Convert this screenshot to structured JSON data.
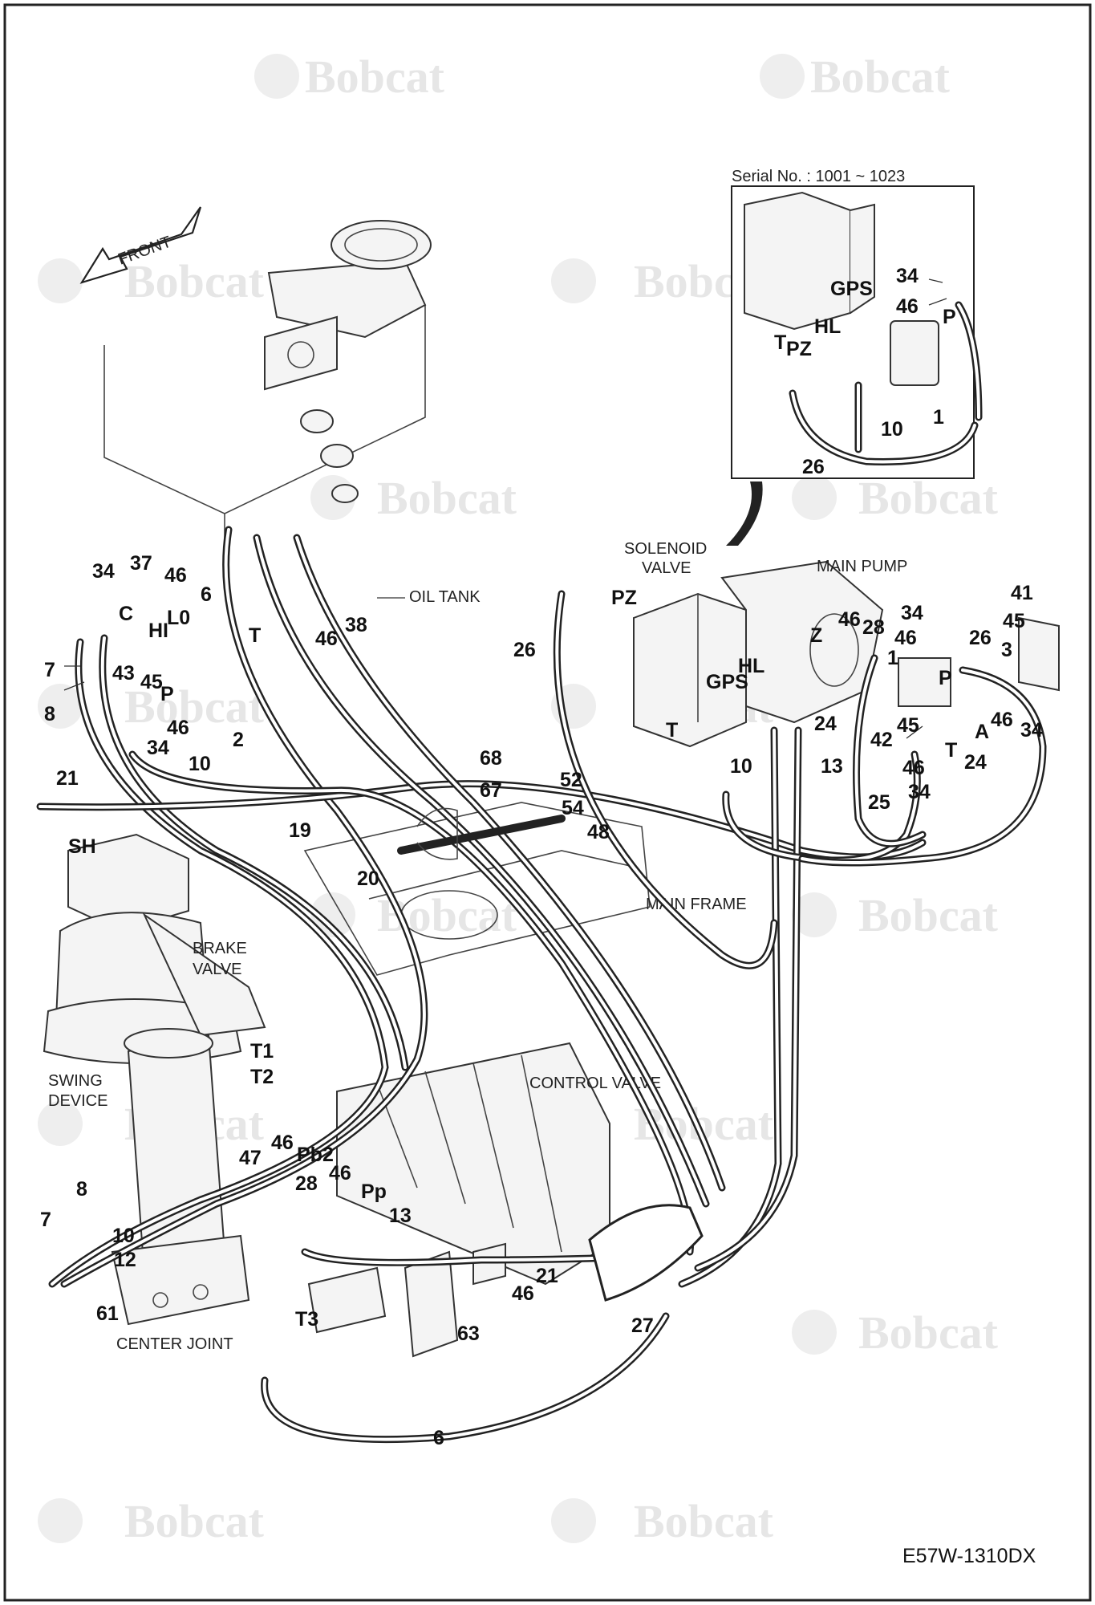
{
  "brand": {
    "watermark": "Bobcat"
  },
  "inset": {
    "title": "Serial No. : 1001 ~ 1023"
  },
  "captions": {
    "front": "FRONT",
    "oil_tank": "OIL TANK",
    "solenoid_valve_1": "SOLENOID",
    "solenoid_valve_2": "VALVE",
    "main_pump": "MAIN PUMP",
    "main_frame": "MAIN FRAME",
    "brake_valve_1": "BRAKE",
    "brake_valve_2": "VALVE",
    "swing_device_1": "SWING",
    "swing_device_2": "DEVICE",
    "control_valve": "CONTROL VALVE",
    "center_joint": "CENTER JOINT"
  },
  "drawing_code": "E57W-1310DX",
  "callouts": [
    "34",
    "46",
    "10",
    "1",
    "26",
    "34",
    "37",
    "46",
    "L0",
    "HI",
    "C",
    "7",
    "8",
    "43",
    "45",
    "P",
    "46",
    "34",
    "2",
    "6",
    "T",
    "46",
    "38",
    "26",
    "PZ",
    "GPS",
    "HL",
    "T",
    "10",
    "13",
    "24",
    "46",
    "28",
    "Z",
    "34",
    "46",
    "1",
    "26",
    "41",
    "45",
    "3",
    "P",
    "42",
    "45",
    "46",
    "T",
    "A",
    "46",
    "34",
    "24",
    "25",
    "34",
    "21",
    "SH",
    "10",
    "68",
    "67",
    "52",
    "54",
    "48",
    "19",
    "20",
    "T1",
    "T2",
    "47",
    "46",
    "Pb2",
    "28",
    "46",
    "Pp",
    "13",
    "8",
    "7",
    "10",
    "12",
    "61",
    "21",
    "46",
    "63",
    "27",
    "T3",
    "6"
  ],
  "port_labels": [
    "GPS",
    "P",
    "HL",
    "T",
    "PZ"
  ]
}
